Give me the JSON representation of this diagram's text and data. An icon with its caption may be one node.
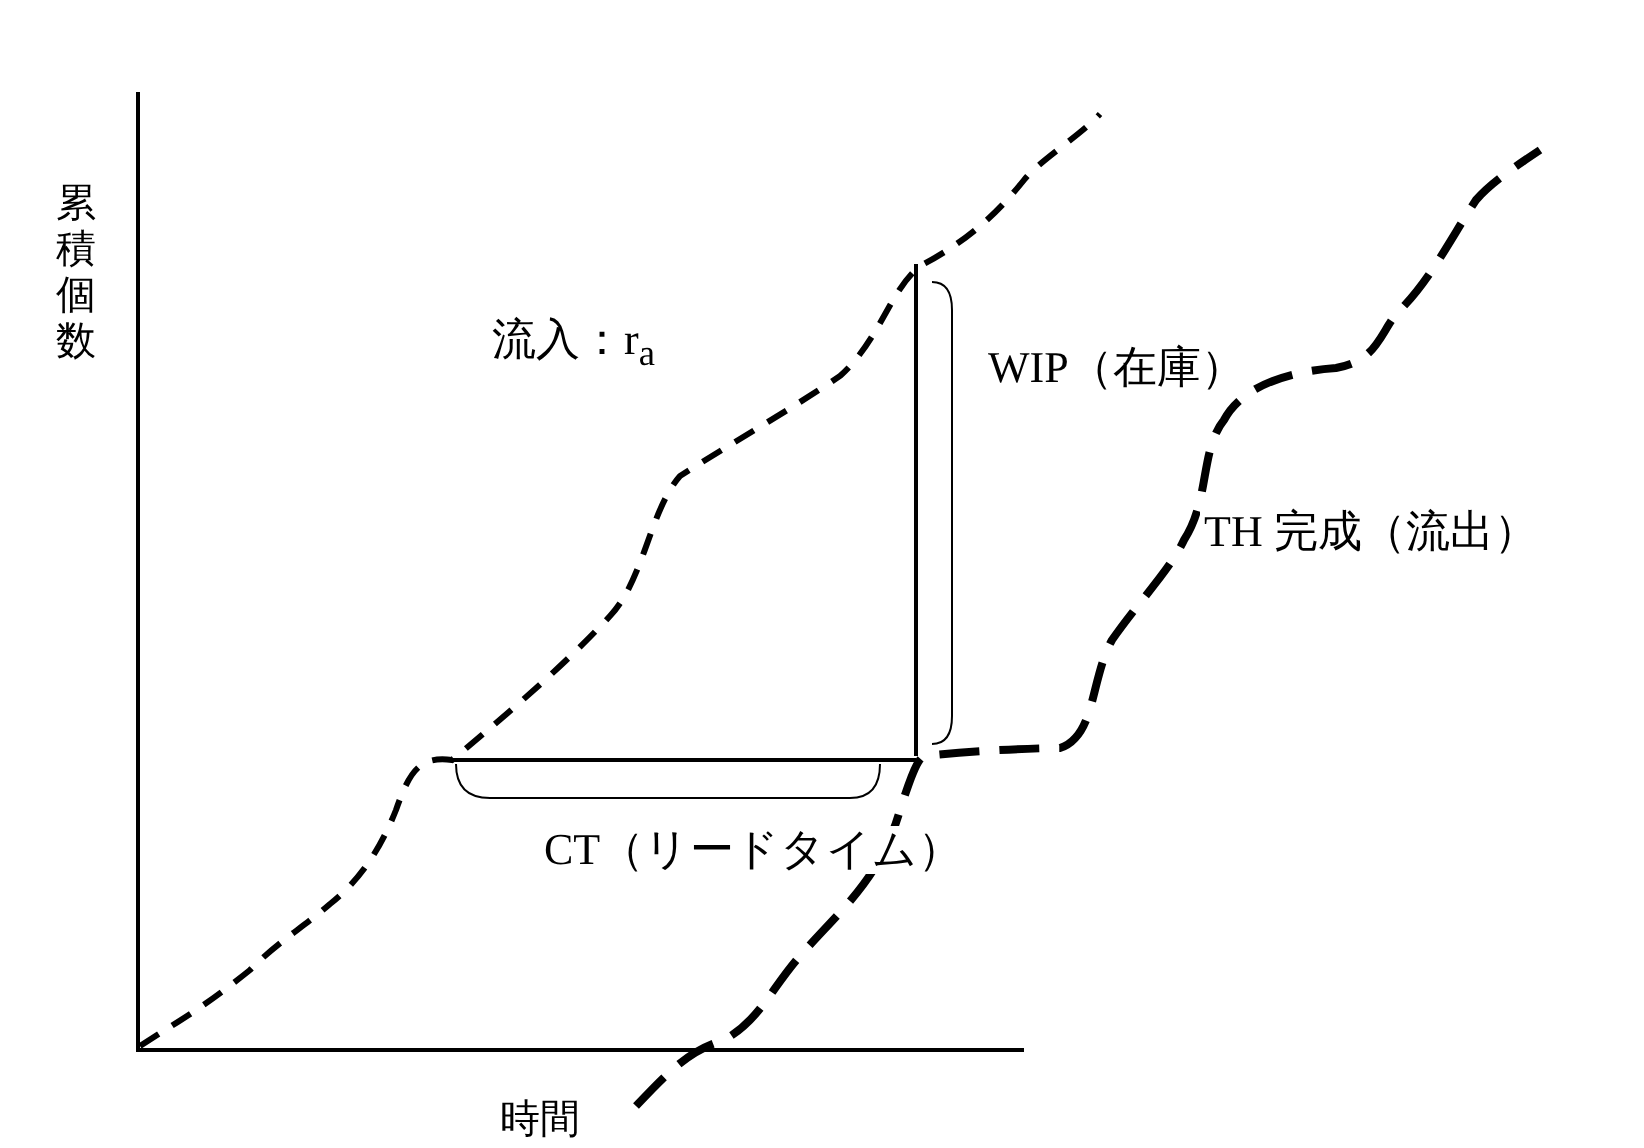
{
  "diagram": {
    "labels": [
      "累積個数",
      "流入：r$_{a}$",
      "WIP（在庫）",
      "TH 完成（流出）",
      "CT（リードタイム）",
      "時間"
    ]
  }
}
